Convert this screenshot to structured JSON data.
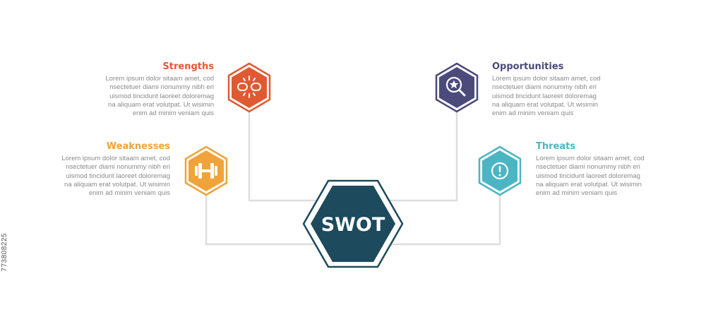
{
  "center": {
    "label": "SWOT"
  },
  "colors": {
    "center": "#1d4a5c",
    "strengths": "#df5a32",
    "weaknesses": "#f0a33a",
    "opportunities": "#4b4a7b",
    "threats": "#4bb5c3",
    "connector": "#dddddd"
  },
  "items": {
    "strengths": {
      "title": "Strengths",
      "body": "Lorem ipsum dolor sitaam amet, cod\nnsectetuer diami nonummy  nibh eri\nuismod tincidunt laoreet doloremag\nna aliquam erat volutpat. Ut wisimin\nenim ad minim veniam quis",
      "icon": "broken-chain-icon"
    },
    "weaknesses": {
      "title": "Weaknesses",
      "body": "Lorem ipsum dolor sitaam amet, cod\nnsectetuer diami nonummy  nibh eri\nuismod tincidunt laoreet doloremag\nna aliquam erat volutpat. Ut wisimin\nenim ad minim veniam quis",
      "icon": "dumbbell-icon"
    },
    "opportunities": {
      "title": "Opportunities",
      "body": "Lorem ipsum dolor sitaam amet, cod\nnsectetuer diami nonummy  nibh eri\nuismod tincidunt laoreet doloremag\nna aliquam erat volutpat. Ut wisimin\nenim ad minim veniam quis",
      "icon": "magnifier-star-icon"
    },
    "threats": {
      "title": "Threats",
      "body": "Lorem ipsum dolor sitaam amet, cod\nnsectetuer diami nonummy  nibh eri\nuismod tincidunt laoreet doloremag\nna aliquam erat volutpat. Ut wisimin\nenim ad minim veniam quis",
      "icon": "exclamation-circle-icon"
    }
  },
  "watermark": "773808225"
}
